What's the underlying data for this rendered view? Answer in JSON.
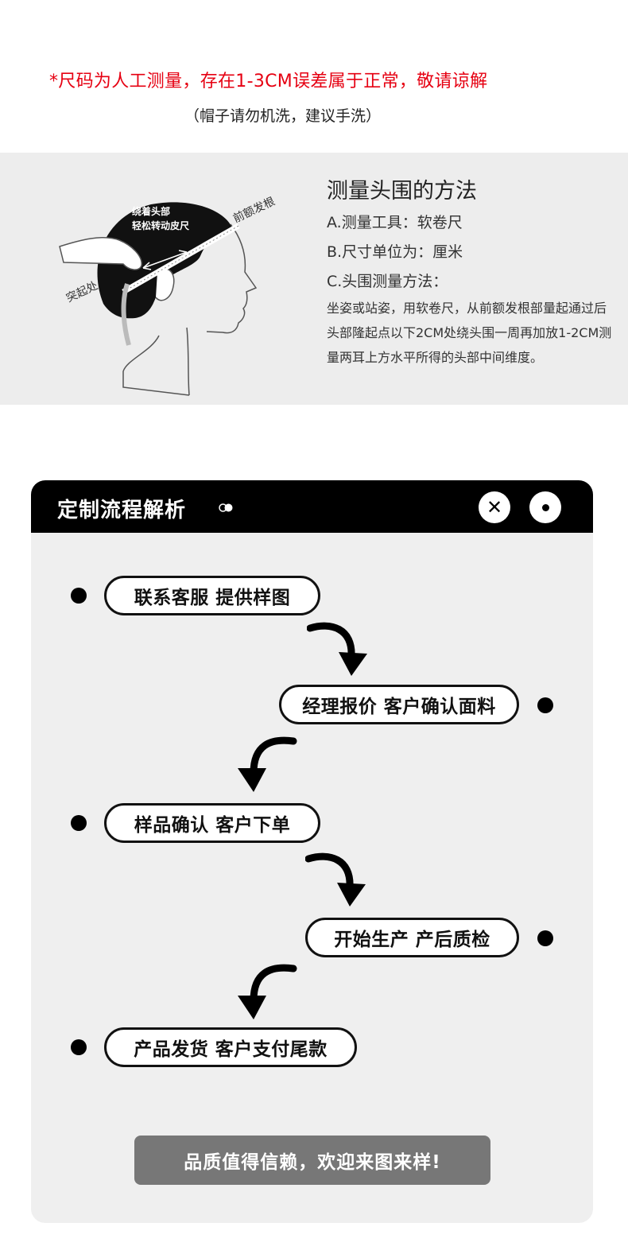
{
  "notice": {
    "warning": "*尺码为人工测量，存在1-3CM误差属于正常，敬请谅解",
    "wash": "（帽子请勿机洗，建议手洗）"
  },
  "measure": {
    "title": "测量头围的方法",
    "tool": "A.测量工具：软卷尺",
    "unit": "B.尺寸单位为：厘米",
    "method_label": "C.头围测量方法：",
    "method_desc": "坐姿或站姿，用软卷尺，从前额发根部量起通过后头部隆起点以下2CM处绕头围一周再加放1-2CM测量两耳上方水平所得的头部中间维度。",
    "illustration": {
      "label_wrap_line1": "绕着头部",
      "label_wrap_line2": "轻松转动皮尺",
      "label_forehead": "前额发根",
      "label_bump": "突起处"
    }
  },
  "flow": {
    "title": "定制流程解析",
    "steps": [
      "联系客服 提供样图",
      "经理报价 客户确认面料",
      "样品确认 客户下单",
      "开始生产 产后质检",
      "产品发货 客户支付尾款"
    ],
    "cta": "品质值得信赖，欢迎来图来样!"
  },
  "colors": {
    "warning_red": "#e60012",
    "header_black": "#000000",
    "cta_gray": "#777777",
    "panel_gray": "#efefef"
  }
}
